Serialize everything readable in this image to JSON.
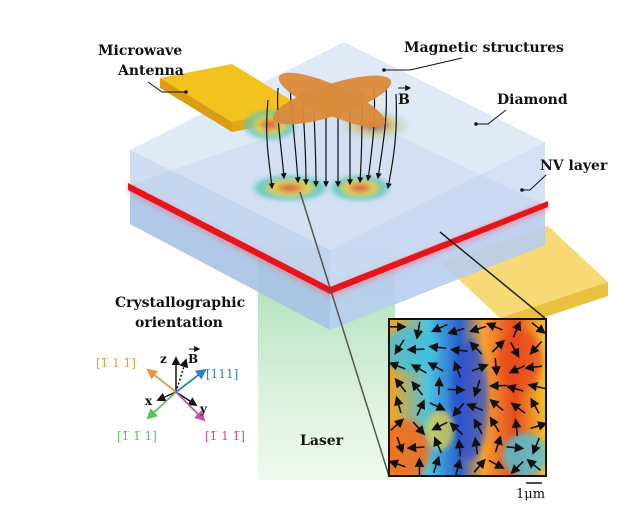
{
  "labels": {
    "microwave_antenna_line1": "Microwave",
    "microwave_antenna_line2": "Antenna",
    "magnetic_structures": "Magnetic structures",
    "b_field": "B",
    "diamond": "Diamond",
    "nv_layer": "NV layer",
    "crystallographic_line1": "Crystallographic",
    "crystallographic_line2": "orientation",
    "laser": "Laser",
    "scale_bar": "1μm"
  },
  "axes": {
    "z": "z",
    "x": "x",
    "y": "y",
    "b": "B",
    "dir_orange": "[1̅ 1 1̅]",
    "dir_blue": "[111]",
    "dir_green": "[1̅ 1̅ 1]",
    "dir_magenta": "[1̅ 1 1̅]"
  },
  "colors": {
    "antenna": "#f2c21f",
    "diamond": "#b9cde8",
    "nv_layer": "#e8141c",
    "laser": "#9ed9a6",
    "magnetic_structure": "#d98a3a",
    "dir_orange": "#e39a3a",
    "dir_blue": "#2f7fc4",
    "dir_green": "#5fbf5f",
    "dir_magenta": "#c64fb2"
  }
}
